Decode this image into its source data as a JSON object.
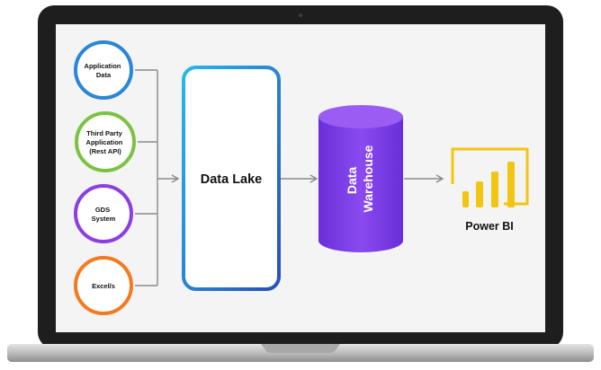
{
  "sources": [
    {
      "lines": [
        "Application",
        "Data"
      ],
      "color": "#2a86d6"
    },
    {
      "lines": [
        "Third Party",
        "Application",
        "(Rest API)"
      ],
      "color": "#7cc242"
    },
    {
      "lines": [
        "GDS",
        "System"
      ],
      "color": "#8b3fe0"
    },
    {
      "lines": [
        "Excel/s"
      ],
      "color": "#f37a1f"
    }
  ],
  "data_lake": {
    "label": "Data Lake"
  },
  "warehouse": {
    "lines": [
      "Data",
      "Warehouse"
    ],
    "color": "#7b3ee6"
  },
  "power_bi": {
    "label": "Power BI",
    "accent": "#f2c511"
  },
  "colors": {
    "laptop_frame": "#1e1e1e",
    "screen": "#f4f4f4",
    "arrow": "#8a8a8a",
    "base": "#c8c8c8"
  }
}
